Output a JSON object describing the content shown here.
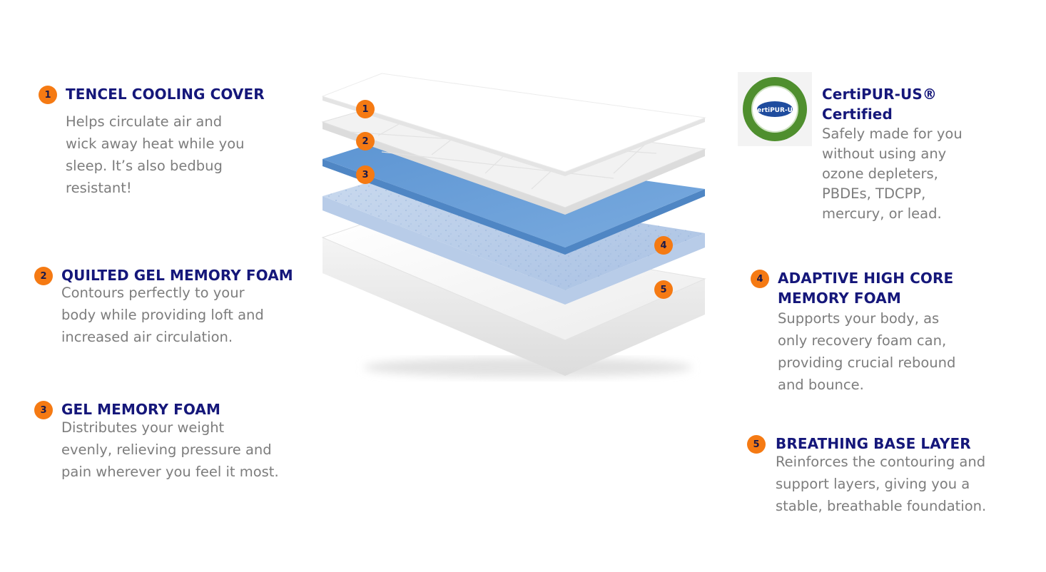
{
  "colors": {
    "badge": "#f57a13",
    "title": "#15177a",
    "description": "#7d7d7d",
    "gel_layer": "#6a9fd6",
    "seal_green": "#4f8f2e"
  },
  "features": [
    {
      "number": "1",
      "title": "TENCEL COOLING COVER",
      "description": "Helps circulate air and\nwick away heat while you\nsleep. It’s also bedbug\nresistant!"
    },
    {
      "number": "2",
      "title": "QUILTED GEL MEMORY FOAM",
      "description": "Contours perfectly to your\nbody while providing loft and\nincreased air circulation."
    },
    {
      "number": "3",
      "title": "GEL MEMORY FOAM",
      "description": "Distributes your weight\nevenly, relieving pressure and\npain wherever you feel it most."
    },
    {
      "number": "4",
      "title": "ADAPTIVE HIGH CORE\nMEMORY FOAM",
      "description": "Supports your body, as\nonly recovery foam can,\nproviding crucial rebound\nand bounce."
    },
    {
      "number": "5",
      "title": "BREATHING BASE LAYER",
      "description": "Reinforces the contouring and\nsupport layers, giving you a\nstable, breathable foundation."
    }
  ],
  "certification": {
    "title": "CertiPUR-US®\nCertified",
    "description": "Safely made for you\nwithout using any\nozone depleters,\nPBDEs, TDCPP,\nmercury, or lead.",
    "seal_text": "CertiPUR-US"
  },
  "layer_markers": [
    "1",
    "2",
    "3",
    "4",
    "5"
  ]
}
